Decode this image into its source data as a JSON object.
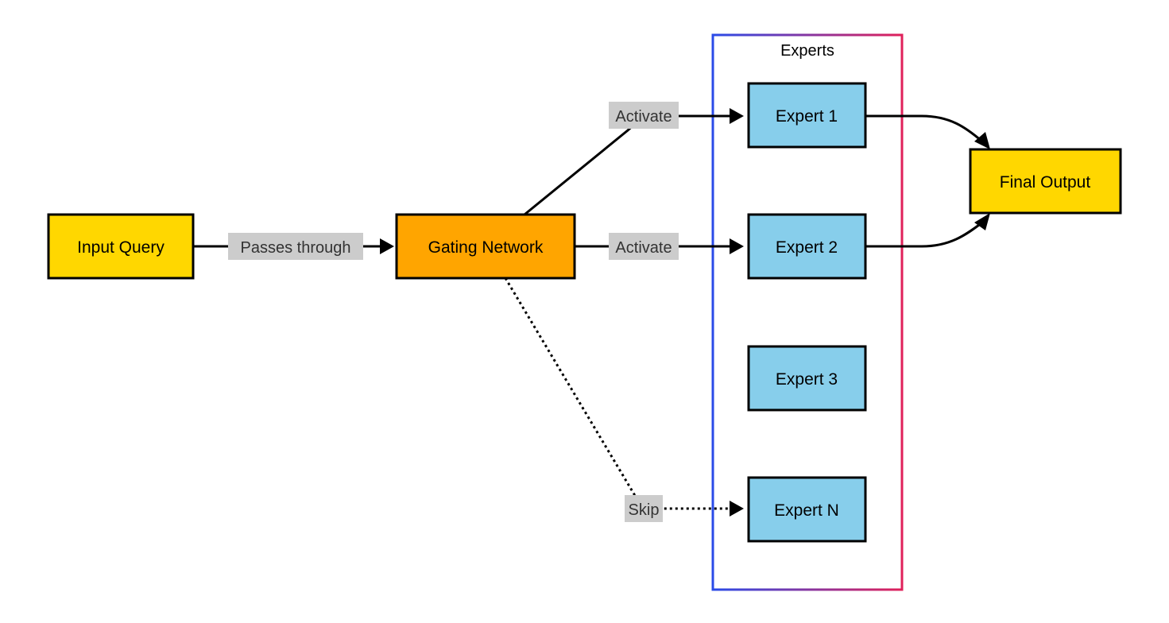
{
  "diagram": {
    "group": {
      "title": "Experts",
      "border_gradient": [
        "#2a4be8",
        "#e0205a"
      ]
    },
    "nodes": {
      "input": {
        "label": "Input Query",
        "fill": "#ffd700"
      },
      "gating": {
        "label": "Gating Network",
        "fill": "#ffa500"
      },
      "expert1": {
        "label": "Expert 1",
        "fill": "#87ceeb"
      },
      "expert2": {
        "label": "Expert 2",
        "fill": "#87ceeb"
      },
      "expert3": {
        "label": "Expert 3",
        "fill": "#87ceeb"
      },
      "expertN": {
        "label": "Expert N",
        "fill": "#87ceeb"
      },
      "output": {
        "label": "Final Output",
        "fill": "#ffd700"
      }
    },
    "edges": {
      "input_to_gating": {
        "label": "Passes through",
        "style": "solid"
      },
      "gating_to_expert1": {
        "label": "Activate",
        "style": "solid"
      },
      "gating_to_expert2": {
        "label": "Activate",
        "style": "solid"
      },
      "gating_to_expertN": {
        "label": "Skip",
        "style": "dotted"
      },
      "expert1_to_output": {
        "label": "",
        "style": "solid"
      },
      "expert2_to_output": {
        "label": "",
        "style": "solid"
      }
    },
    "label_background": "#cccccc"
  }
}
